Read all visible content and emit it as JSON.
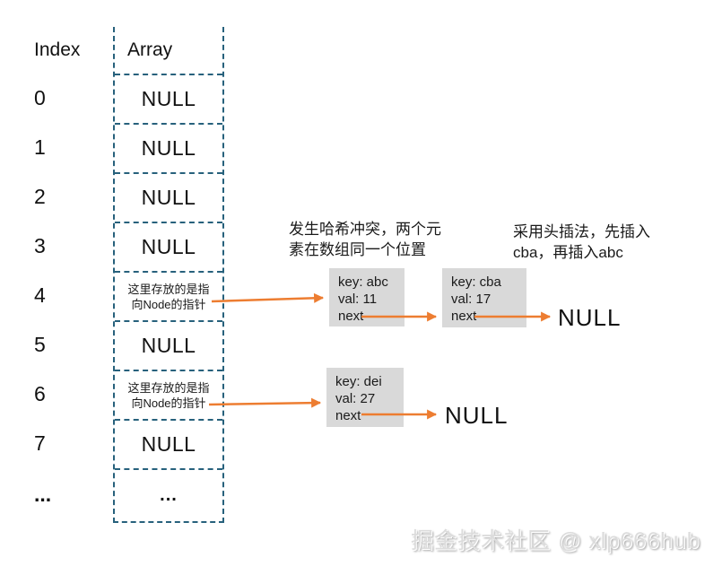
{
  "colors": {
    "dashed_border": "#27617c",
    "arrow": "#ED7D31",
    "node_bg": "#d9d9d9"
  },
  "index_column": {
    "header": "Index",
    "items": [
      "0",
      "1",
      "2",
      "3",
      "4",
      "5",
      "6",
      "7",
      "..."
    ]
  },
  "array_column": {
    "header": "Array",
    "cells": [
      {
        "type": "null",
        "text": "NULL"
      },
      {
        "type": "null",
        "text": "NULL"
      },
      {
        "type": "null",
        "text": "NULL"
      },
      {
        "type": "null",
        "text": "NULL"
      },
      {
        "type": "pointer",
        "lines": [
          "这里存放的是指",
          "向Node的指针"
        ]
      },
      {
        "type": "null",
        "text": "NULL"
      },
      {
        "type": "pointer",
        "lines": [
          "这里存放的是指",
          "向Node的指针"
        ]
      },
      {
        "type": "null",
        "text": "NULL"
      },
      {
        "type": "ellipsis",
        "text": "..."
      }
    ]
  },
  "annotations": {
    "collision": {
      "lines": [
        "发生哈希冲突，两个元",
        "素在数组同一个位置"
      ]
    },
    "insertion": {
      "lines": [
        "采用头插法，先插入",
        "cba，再插入abc"
      ]
    }
  },
  "nodes": {
    "abc": {
      "lines": [
        "key: abc",
        "val: 11",
        "next"
      ]
    },
    "cba": {
      "lines": [
        "key: cba",
        "val: 17",
        "next"
      ]
    },
    "dei": {
      "lines": [
        "key: dei",
        "val: 27",
        "next"
      ]
    }
  },
  "null_labels": {
    "after_cba": "NULL",
    "after_dei": "NULL"
  },
  "watermark": "掘金技术社区 @ xlp666hub"
}
